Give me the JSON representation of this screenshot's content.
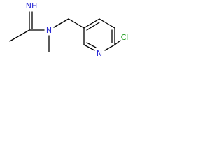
{
  "molecule": {
    "atoms": [
      {
        "id": "imine_N",
        "text": "NH",
        "color": "#2a2ad6"
      },
      {
        "id": "amine_N",
        "text": "N",
        "color": "#2a2ad6"
      },
      {
        "id": "pyridine_N",
        "text": "N",
        "color": "#2a2ad6"
      },
      {
        "id": "chlorine",
        "text": "Cl",
        "color": "#1f9c1f"
      }
    ]
  }
}
